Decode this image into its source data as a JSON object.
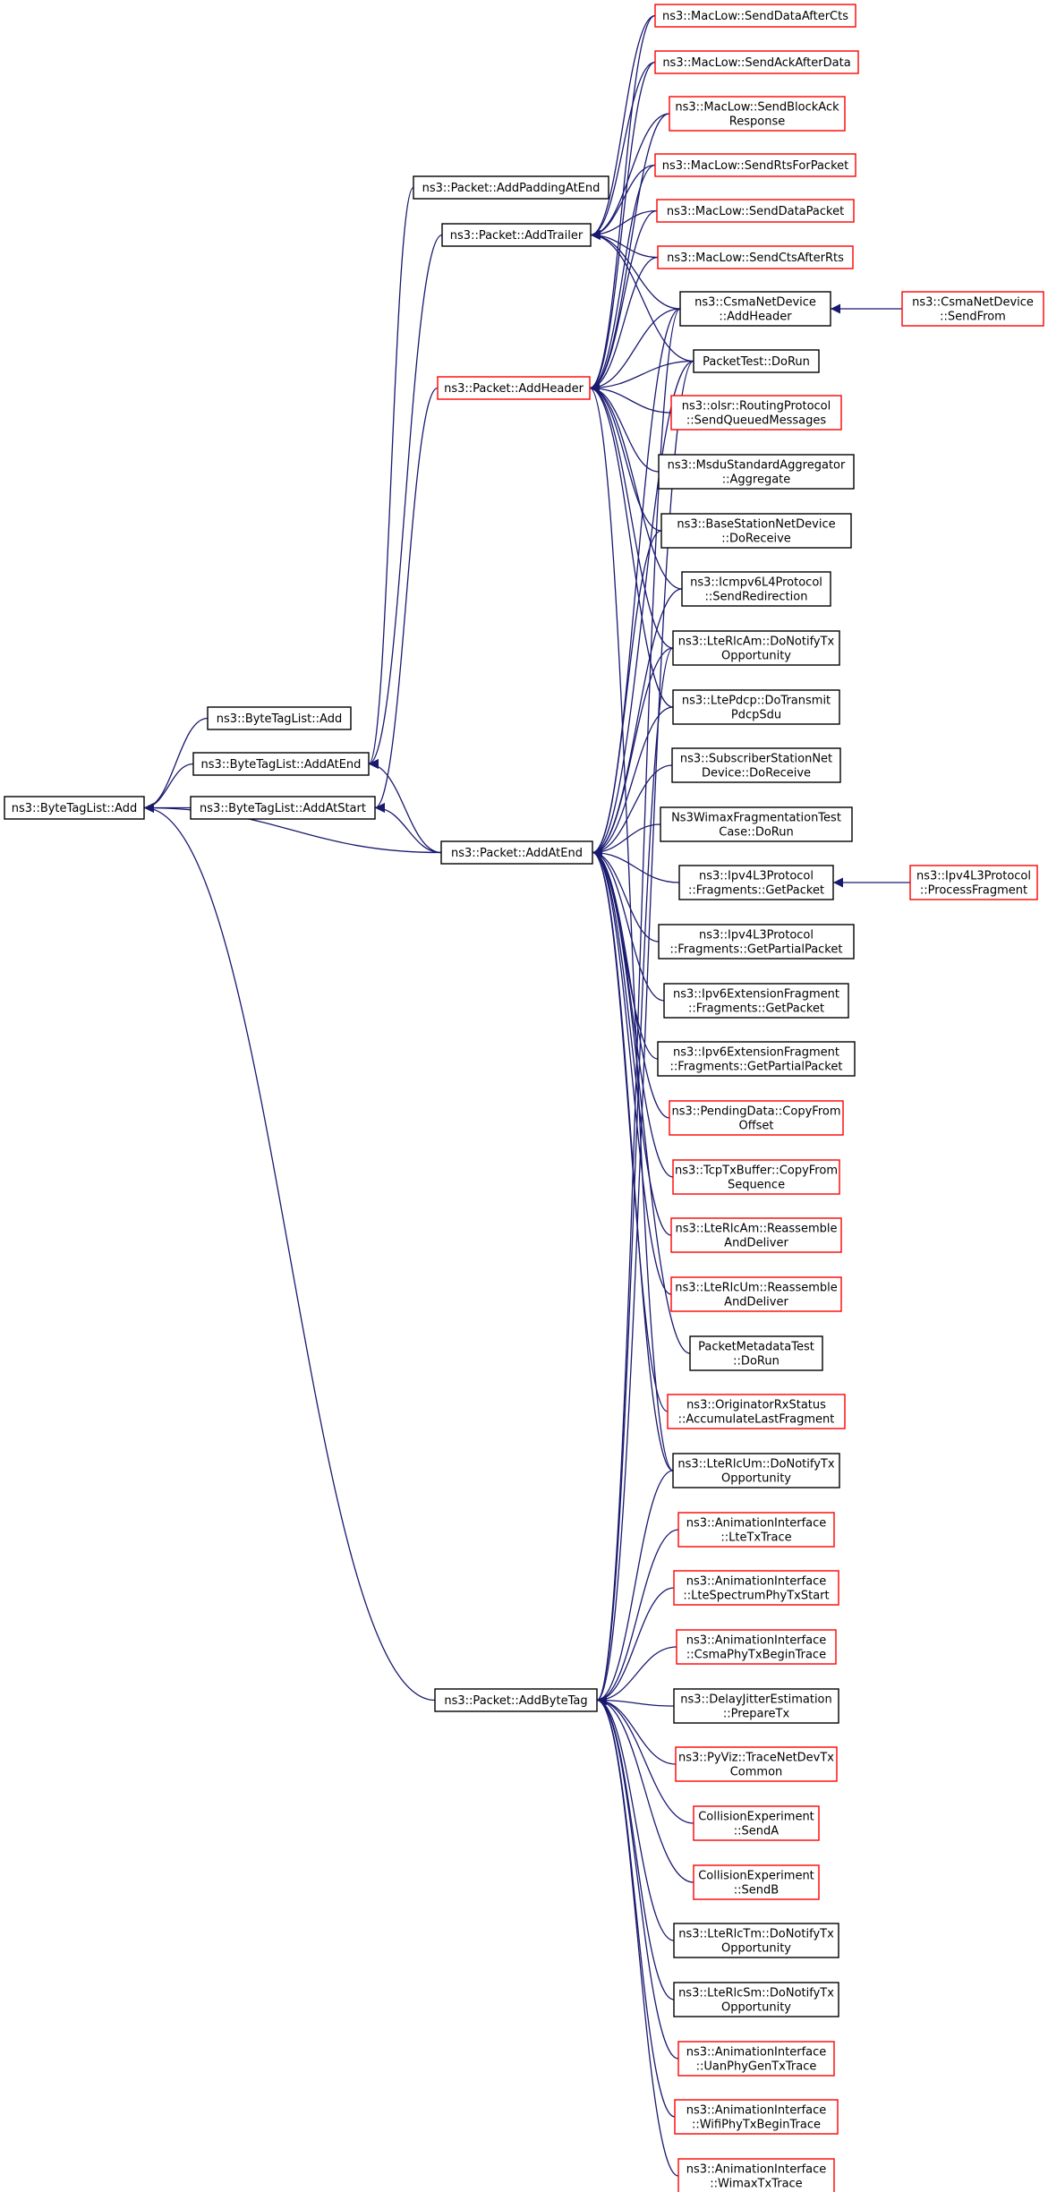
{
  "colors": {
    "edge": "#191970",
    "link_border": "#ff0000",
    "plain_border": "#000000",
    "root_fill": "#c0c0c0"
  },
  "nodes": [
    {
      "id": "root",
      "lines": [
        "ns3::ByteTagList::Add"
      ],
      "style": "root"
    },
    {
      "id": "btl_add",
      "lines": [
        "ns3::ByteTagList::Add"
      ],
      "style": "black"
    },
    {
      "id": "btl_addatend",
      "lines": [
        "ns3::ByteTagList::AddAtEnd"
      ],
      "style": "black"
    },
    {
      "id": "btl_addatstart",
      "lines": [
        "ns3::ByteTagList::AddAtStart"
      ],
      "style": "black"
    },
    {
      "id": "pkt_addpadding",
      "lines": [
        "ns3::Packet::AddPaddingAtEnd"
      ],
      "style": "black"
    },
    {
      "id": "pkt_addtrailer",
      "lines": [
        "ns3::Packet::AddTrailer"
      ],
      "style": "black"
    },
    {
      "id": "pkt_addheader",
      "lines": [
        "ns3::Packet::AddHeader"
      ],
      "style": "red"
    },
    {
      "id": "pkt_addatend",
      "lines": [
        "ns3::Packet::AddAtEnd"
      ],
      "style": "black"
    },
    {
      "id": "pkt_addbytetag",
      "lines": [
        "ns3::Packet::AddByteTag"
      ],
      "style": "black"
    },
    {
      "id": "mac_senddataaftercts",
      "lines": [
        "ns3::MacLow::SendDataAfterCts"
      ],
      "style": "red"
    },
    {
      "id": "mac_sendackafterdata",
      "lines": [
        "ns3::MacLow::SendAckAfterData"
      ],
      "style": "red"
    },
    {
      "id": "mac_sendblockack",
      "lines": [
        "ns3::MacLow::SendBlockAck",
        "Response"
      ],
      "style": "red"
    },
    {
      "id": "mac_sendrts",
      "lines": [
        "ns3::MacLow::SendRtsForPacket"
      ],
      "style": "red"
    },
    {
      "id": "mac_senddatapacket",
      "lines": [
        "ns3::MacLow::SendDataPacket"
      ],
      "style": "red"
    },
    {
      "id": "mac_sendctsafterrts",
      "lines": [
        "ns3::MacLow::SendCtsAfterRts"
      ],
      "style": "red"
    },
    {
      "id": "csma_addheader",
      "lines": [
        "ns3::CsmaNetDevice",
        "::AddHeader"
      ],
      "style": "black"
    },
    {
      "id": "csma_sendfrom",
      "lines": [
        "ns3::CsmaNetDevice",
        "::SendFrom"
      ],
      "style": "red"
    },
    {
      "id": "packettest_dorun",
      "lines": [
        "PacketTest::DoRun"
      ],
      "style": "black"
    },
    {
      "id": "olsr_sendqueued",
      "lines": [
        "ns3::olsr::RoutingProtocol",
        "::SendQueuedMessages"
      ],
      "style": "red"
    },
    {
      "id": "msdu_aggregate",
      "lines": [
        "ns3::MsduStandardAggregator",
        "::Aggregate"
      ],
      "style": "black"
    },
    {
      "id": "bsnd_doreceive",
      "lines": [
        "ns3::BaseStationNetDevice",
        "::DoReceive"
      ],
      "style": "black"
    },
    {
      "id": "icmpv6_sendredirection",
      "lines": [
        "ns3::Icmpv6L4Protocol",
        "::SendRedirection"
      ],
      "style": "black"
    },
    {
      "id": "lterlcam_donotify",
      "lines": [
        "ns3::LteRlcAm::DoNotifyTx",
        "Opportunity"
      ],
      "style": "black"
    },
    {
      "id": "ltepdcp_dotransmit",
      "lines": [
        "ns3::LtePdcp::DoTransmit",
        "PdcpSdu"
      ],
      "style": "black"
    },
    {
      "id": "ssnd_doreceive",
      "lines": [
        "ns3::SubscriberStationNet",
        "Device::DoReceive"
      ],
      "style": "black"
    },
    {
      "id": "wimaxfrag_dorun",
      "lines": [
        "Ns3WimaxFragmentationTest",
        "Case::DoRun"
      ],
      "style": "black"
    },
    {
      "id": "ipv4frag_getpacket",
      "lines": [
        "ns3::Ipv4L3Protocol",
        "::Fragments::GetPacket"
      ],
      "style": "black"
    },
    {
      "id": "ipv4_processfragment",
      "lines": [
        "ns3::Ipv4L3Protocol",
        "::ProcessFragment"
      ],
      "style": "red"
    },
    {
      "id": "ipv4frag_getpartial",
      "lines": [
        "ns3::Ipv4L3Protocol",
        "::Fragments::GetPartialPacket"
      ],
      "style": "black"
    },
    {
      "id": "ipv6frag_getpacket",
      "lines": [
        "ns3::Ipv6ExtensionFragment",
        "::Fragments::GetPacket"
      ],
      "style": "black"
    },
    {
      "id": "ipv6frag_getpartial",
      "lines": [
        "ns3::Ipv6ExtensionFragment",
        "::Fragments::GetPartialPacket"
      ],
      "style": "black"
    },
    {
      "id": "pendingdata_copyfrom",
      "lines": [
        "ns3::PendingData::CopyFrom",
        "Offset"
      ],
      "style": "red"
    },
    {
      "id": "tcptxbuffer_copyfrom",
      "lines": [
        "ns3::TcpTxBuffer::CopyFrom",
        "Sequence"
      ],
      "style": "red"
    },
    {
      "id": "lterlcam_reassemble",
      "lines": [
        "ns3::LteRlcAm::Reassemble",
        "AndDeliver"
      ],
      "style": "red"
    },
    {
      "id": "lterlcum_reassemble",
      "lines": [
        "ns3::LteRlcUm::Reassemble",
        "AndDeliver"
      ],
      "style": "red"
    },
    {
      "id": "packetmetadata_dorun",
      "lines": [
        "PacketMetadataTest",
        "::DoRun"
      ],
      "style": "black"
    },
    {
      "id": "originator_accumulate",
      "lines": [
        "ns3::OriginatorRxStatus",
        "::AccumulateLastFragment"
      ],
      "style": "red"
    },
    {
      "id": "lterlcum_donotify",
      "lines": [
        "ns3::LteRlcUm::DoNotifyTx",
        "Opportunity"
      ],
      "style": "black"
    },
    {
      "id": "anim_ltetx",
      "lines": [
        "ns3::AnimationInterface",
        "::LteTxTrace"
      ],
      "style": "red"
    },
    {
      "id": "anim_ltespectrum",
      "lines": [
        "ns3::AnimationInterface",
        "::LteSpectrumPhyTxStart"
      ],
      "style": "red"
    },
    {
      "id": "anim_csmaphytx",
      "lines": [
        "ns3::AnimationInterface",
        "::CsmaPhyTxBeginTrace"
      ],
      "style": "red"
    },
    {
      "id": "delayjitter_preparetx",
      "lines": [
        "ns3::DelayJitterEstimation",
        "::PrepareTx"
      ],
      "style": "black"
    },
    {
      "id": "pyviz_tracenetdevtx",
      "lines": [
        "ns3::PyViz::TraceNetDevTx",
        "Common"
      ],
      "style": "red"
    },
    {
      "id": "collision_senda",
      "lines": [
        "CollisionExperiment",
        "::SendA"
      ],
      "style": "red"
    },
    {
      "id": "collision_sendb",
      "lines": [
        "CollisionExperiment",
        "::SendB"
      ],
      "style": "red"
    },
    {
      "id": "lterlctm_donotify",
      "lines": [
        "ns3::LteRlcTm::DoNotifyTx",
        "Opportunity"
      ],
      "style": "black"
    },
    {
      "id": "lterlcsm_donotify",
      "lines": [
        "ns3::LteRlcSm::DoNotifyTx",
        "Opportunity"
      ],
      "style": "black"
    },
    {
      "id": "anim_uanphygentx",
      "lines": [
        "ns3::AnimationInterface",
        "::UanPhyGenTxTrace"
      ],
      "style": "red"
    },
    {
      "id": "anim_wifiphytx",
      "lines": [
        "ns3::AnimationInterface",
        "::WifiPhyTxBeginTrace"
      ],
      "style": "red"
    },
    {
      "id": "anim_wimaxtx",
      "lines": [
        "ns3::AnimationInterface",
        "::WimaxTxTrace"
      ],
      "style": "red"
    }
  ],
  "edges": [
    {
      "from": "btl_add",
      "to": "root"
    },
    {
      "from": "btl_addatend",
      "to": "root"
    },
    {
      "from": "btl_addatstart",
      "to": "root"
    },
    {
      "from": "pkt_addatend",
      "to": "root"
    },
    {
      "from": "pkt_addbytetag",
      "to": "root"
    },
    {
      "from": "pkt_addpadding",
      "to": "btl_addatend"
    },
    {
      "from": "pkt_addtrailer",
      "to": "btl_addatend"
    },
    {
      "from": "pkt_addatend",
      "to": "btl_addatend"
    },
    {
      "from": "pkt_addheader",
      "to": "btl_addatstart"
    },
    {
      "from": "pkt_addatend",
      "to": "btl_addatstart"
    },
    {
      "from": "mac_senddataaftercts",
      "to": "pkt_addtrailer"
    },
    {
      "from": "mac_sendackafterdata",
      "to": "pkt_addtrailer"
    },
    {
      "from": "mac_sendblockack",
      "to": "pkt_addtrailer"
    },
    {
      "from": "mac_sendrts",
      "to": "pkt_addtrailer"
    },
    {
      "from": "mac_senddatapacket",
      "to": "pkt_addtrailer"
    },
    {
      "from": "mac_sendctsafterrts",
      "to": "pkt_addtrailer"
    },
    {
      "from": "csma_addheader",
      "to": "pkt_addtrailer"
    },
    {
      "from": "packettest_dorun",
      "to": "pkt_addtrailer"
    },
    {
      "from": "mac_senddataaftercts",
      "to": "pkt_addheader"
    },
    {
      "from": "mac_sendackafterdata",
      "to": "pkt_addheader"
    },
    {
      "from": "mac_sendblockack",
      "to": "pkt_addheader"
    },
    {
      "from": "mac_sendrts",
      "to": "pkt_addheader"
    },
    {
      "from": "mac_senddatapacket",
      "to": "pkt_addheader"
    },
    {
      "from": "mac_sendctsafterrts",
      "to": "pkt_addheader"
    },
    {
      "from": "csma_addheader",
      "to": "pkt_addheader"
    },
    {
      "from": "packettest_dorun",
      "to": "pkt_addheader"
    },
    {
      "from": "olsr_sendqueued",
      "to": "pkt_addheader"
    },
    {
      "from": "msdu_aggregate",
      "to": "pkt_addheader"
    },
    {
      "from": "bsnd_doreceive",
      "to": "pkt_addheader"
    },
    {
      "from": "icmpv6_sendredirection",
      "to": "pkt_addheader"
    },
    {
      "from": "lterlcam_donotify",
      "to": "pkt_addheader"
    },
    {
      "from": "ltepdcp_dotransmit",
      "to": "pkt_addheader"
    },
    {
      "from": "lterlcum_donotify",
      "to": "pkt_addheader"
    },
    {
      "from": "csma_addheader",
      "to": "pkt_addatend"
    },
    {
      "from": "packettest_dorun",
      "to": "pkt_addatend"
    },
    {
      "from": "bsnd_doreceive",
      "to": "pkt_addatend"
    },
    {
      "from": "icmpv6_sendredirection",
      "to": "pkt_addatend"
    },
    {
      "from": "lterlcam_donotify",
      "to": "pkt_addatend"
    },
    {
      "from": "ltepdcp_dotransmit",
      "to": "pkt_addatend"
    },
    {
      "from": "ssnd_doreceive",
      "to": "pkt_addatend"
    },
    {
      "from": "wimaxfrag_dorun",
      "to": "pkt_addatend"
    },
    {
      "from": "ipv4frag_getpacket",
      "to": "pkt_addatend"
    },
    {
      "from": "ipv4frag_getpartial",
      "to": "pkt_addatend"
    },
    {
      "from": "ipv6frag_getpacket",
      "to": "pkt_addatend"
    },
    {
      "from": "ipv6frag_getpartial",
      "to": "pkt_addatend"
    },
    {
      "from": "pendingdata_copyfrom",
      "to": "pkt_addatend"
    },
    {
      "from": "tcptxbuffer_copyfrom",
      "to": "pkt_addatend"
    },
    {
      "from": "lterlcam_reassemble",
      "to": "pkt_addatend"
    },
    {
      "from": "lterlcum_reassemble",
      "to": "pkt_addatend"
    },
    {
      "from": "packetmetadata_dorun",
      "to": "pkt_addatend"
    },
    {
      "from": "originator_accumulate",
      "to": "pkt_addatend"
    },
    {
      "from": "lterlcum_donotify",
      "to": "pkt_addatend"
    },
    {
      "from": "csma_sendfrom",
      "to": "csma_addheader"
    },
    {
      "from": "ipv4_processfragment",
      "to": "ipv4frag_getpacket"
    },
    {
      "from": "lterlcam_donotify",
      "to": "pkt_addbytetag"
    },
    {
      "from": "lterlcum_donotify",
      "to": "pkt_addbytetag"
    },
    {
      "from": "csma_addheader",
      "to": "pkt_addbytetag"
    },
    {
      "from": "packettest_dorun",
      "to": "pkt_addbytetag"
    },
    {
      "from": "anim_ltetx",
      "to": "pkt_addbytetag"
    },
    {
      "from": "anim_ltespectrum",
      "to": "pkt_addbytetag"
    },
    {
      "from": "anim_csmaphytx",
      "to": "pkt_addbytetag"
    },
    {
      "from": "delayjitter_preparetx",
      "to": "pkt_addbytetag"
    },
    {
      "from": "pyviz_tracenetdevtx",
      "to": "pkt_addbytetag"
    },
    {
      "from": "collision_senda",
      "to": "pkt_addbytetag"
    },
    {
      "from": "collision_sendb",
      "to": "pkt_addbytetag"
    },
    {
      "from": "lterlctm_donotify",
      "to": "pkt_addbytetag"
    },
    {
      "from": "lterlcsm_donotify",
      "to": "pkt_addbytetag"
    },
    {
      "from": "anim_uanphygentx",
      "to": "pkt_addbytetag"
    },
    {
      "from": "anim_wifiphytx",
      "to": "pkt_addbytetag"
    },
    {
      "from": "anim_wimaxtx",
      "to": "pkt_addbytetag"
    }
  ]
}
